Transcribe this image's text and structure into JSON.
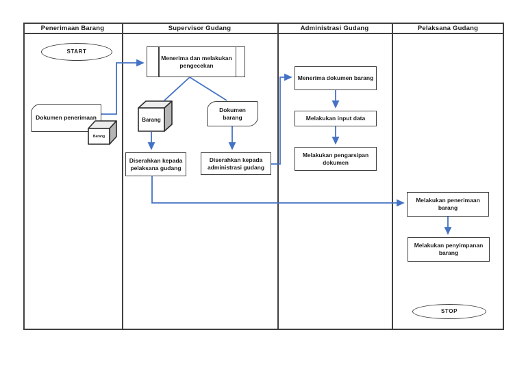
{
  "page": {
    "background": "#ffffff"
  },
  "colors": {
    "connector": "#4472c4",
    "shape_border": "#404040"
  },
  "lanes": [
    {
      "title": "Penerimaan Barang"
    },
    {
      "title": "Supervisor Gudang"
    },
    {
      "title": "Administrasi Gudang"
    },
    {
      "title": "Pelaksana Gudang"
    }
  ],
  "nodes": {
    "start": {
      "label": "START",
      "type": "terminator"
    },
    "dokumen_penerimaan": {
      "label": "Dokumen penerimaan",
      "type": "document"
    },
    "barang_kecil": {
      "label": "Barang",
      "type": "cube"
    },
    "pengecekan": {
      "label": "Menerima dan melakukan pengecekan",
      "type": "predefined-process"
    },
    "barang": {
      "label": "Barang",
      "type": "cube"
    },
    "dokumen_barang": {
      "label": "Dokumen barang",
      "type": "document"
    },
    "diserahkan_pelaksana": {
      "label": "Diserahkan kepada pelaksana gudang",
      "type": "process"
    },
    "diserahkan_administrasi": {
      "label": "Diserahkan kepada administrasi gudang",
      "type": "process"
    },
    "menerima_dokumen": {
      "label": "Menerima dokumen barang",
      "type": "process"
    },
    "input_data": {
      "label": "Melakukan input data",
      "type": "process"
    },
    "pengarsipan": {
      "label": "Melakukan pengarsipan dokumen",
      "type": "process"
    },
    "penerimaan_barang": {
      "label": "Melakukan penerimaan barang",
      "type": "process"
    },
    "penyimpanan_barang": {
      "label": "Melakukan penyimpanan barang",
      "type": "process"
    },
    "stop": {
      "label": "STOP",
      "type": "terminator"
    }
  }
}
